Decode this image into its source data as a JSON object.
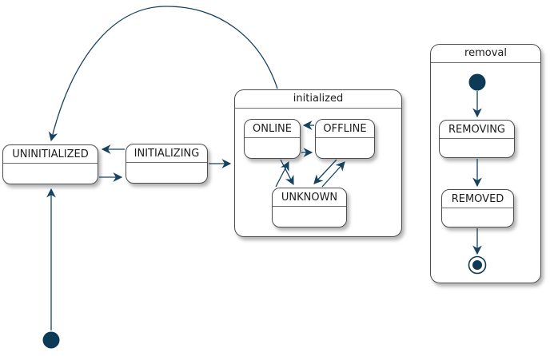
{
  "diagram_type": "state-machine",
  "colors": {
    "background": "#ffffff",
    "arrow": "#14425f",
    "node_border": "#4d4d4d",
    "node_fill": "#ffffff",
    "pseudostate_fill": "#0d3a56",
    "text": "#1c1c1c"
  },
  "states": {
    "uninitialized": "UNINITIALIZED",
    "initializing": "INITIALIZING",
    "initialized": "initialized",
    "online": "ONLINE",
    "offline": "OFFLINE",
    "unknown": "UNKNOWN",
    "removal": "removal",
    "removing": "REMOVING",
    "removed": "REMOVED"
  },
  "transitions": [
    {
      "from": "initial",
      "to": "UNINITIALIZED"
    },
    {
      "from": "UNINITIALIZED",
      "to": "INITIALIZING"
    },
    {
      "from": "INITIALIZING",
      "to": "UNINITIALIZED"
    },
    {
      "from": "INITIALIZING",
      "to": "initialized"
    },
    {
      "from": "initialized",
      "to": "UNINITIALIZED"
    },
    {
      "from": "OFFLINE",
      "to": "ONLINE"
    },
    {
      "from": "ONLINE",
      "to": "OFFLINE"
    },
    {
      "from": "ONLINE",
      "to": "UNKNOWN"
    },
    {
      "from": "UNKNOWN",
      "to": "ONLINE"
    },
    {
      "from": "OFFLINE",
      "to": "UNKNOWN"
    },
    {
      "from": "UNKNOWN",
      "to": "OFFLINE"
    },
    {
      "from": "removal.initial",
      "to": "REMOVING"
    },
    {
      "from": "REMOVING",
      "to": "REMOVED"
    },
    {
      "from": "REMOVED",
      "to": "removal.final"
    }
  ]
}
